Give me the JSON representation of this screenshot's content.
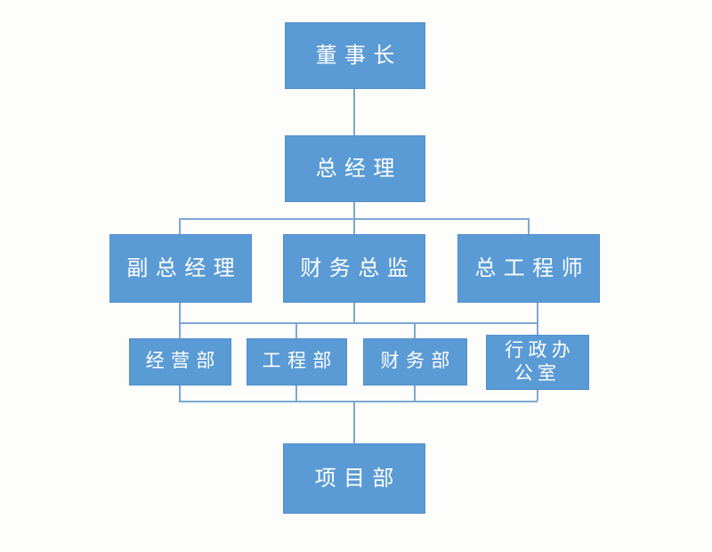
{
  "diagram": {
    "type": "org-chart",
    "language": "zh-CN",
    "colors": {
      "node_fill": "#5b9bd5",
      "node_border": "#4f8fcc",
      "connector": "#7da7d3",
      "text": "#ffffff",
      "background": "#fdfdfc"
    },
    "nodes": {
      "chairman": {
        "label": "董事长",
        "level": 1
      },
      "general_manager": {
        "label": "总经理",
        "level": 2
      },
      "deputy_gm": {
        "label": "副总经理",
        "level": 3
      },
      "finance_director": {
        "label": "财务总监",
        "level": 3
      },
      "chief_engineer": {
        "label": "总工程师",
        "level": 3
      },
      "operations_dept": {
        "label": "经营部",
        "level": 4
      },
      "engineering_dept": {
        "label": "工程部",
        "level": 4
      },
      "finance_dept": {
        "label": "财务部",
        "level": 4,
        "note": ""
      },
      "admin_office": {
        "label": "行政办\n公室",
        "level": 4
      },
      "project_dept": {
        "label": "项目部",
        "level": 5
      }
    },
    "edges": [
      {
        "from": "董事长",
        "to": "总经理"
      },
      {
        "from": "总经理",
        "to": "副总经理"
      },
      {
        "from": "总经理",
        "to": "财务总监"
      },
      {
        "from": "总经理",
        "to": "总工程师"
      },
      {
        "from": "副总经理",
        "to": "经营部"
      },
      {
        "from": "财务总监",
        "to": "工程部"
      },
      {
        "from": "财务总监",
        "to": "财务部"
      },
      {
        "from": "总工程师",
        "to": "行政办公室"
      },
      {
        "from": "经营部/工程部/财务部/行政办公室",
        "to": "项目部"
      }
    ]
  }
}
